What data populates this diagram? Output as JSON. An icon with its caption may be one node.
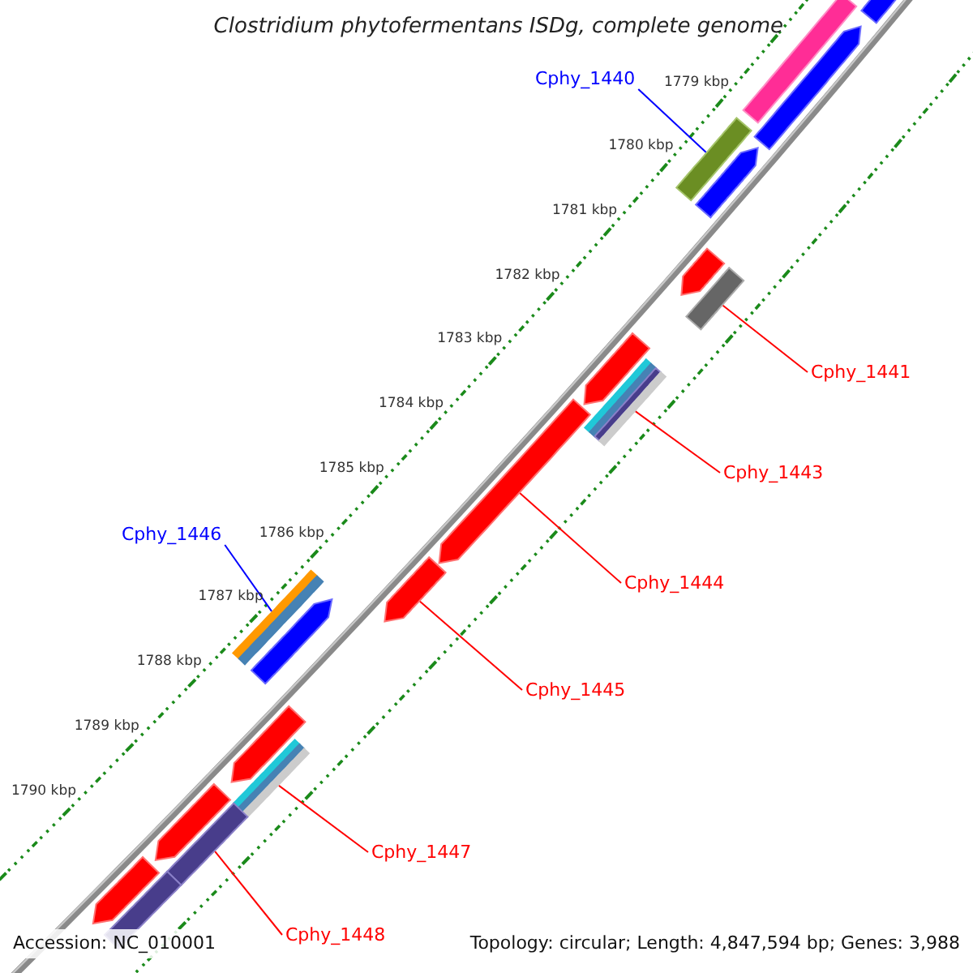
{
  "diagram": {
    "title": "Clostridium phytofermentans ISDg, complete genome",
    "nodes": [
      {
        "text": [
          "Cphy_1440"
        ]
      },
      {
        "text": [],
        "shape": "bar"
      },
      {
        "text": [
          "Cphy_1441"
        ]
      },
      {
        "text": [],
        "shape": "bar"
      },
      {
        "text": [
          "Cphy_1443"
        ]
      },
      {
        "text": [],
        "shape": "bar"
      },
      {
        "text": [
          "Cphy_1444"
        ]
      },
      {
        "text": [],
        "shape": "bar"
      },
      {
        "text": [
          "Cphy_1445"
        ]
      },
      {
        "text": [],
        "shape": "bar"
      },
      {
        "text": [
          "Cphy_1446"
        ]
      },
      {
        "text": [],
        "shape": "bar"
      },
      {
        "text": [
          "Cphy_1447"
        ]
      },
      {
        "text": [],
        "shape": "bar"
      },
      {
        "text": [
          "Cphy_1448"
        ]
      },
      {
        "text": [],
        "shape": "bar"
      },
      {
        "text": [],
        "shape": "bar"
      },
      {
        "text": [],
        "shape": "bar"
      },
      {
        "text": [],
        "shape": "bar"
      },
      {
        "text": [],
        "shape": "bar"
      },
      {
        "text": [],
        "shape": "bar"
      },
      {
        "text": [],
        "shape": "bar"
      },
      {
        "text": [],
        "shape": "bar"
      },
      {
        "text": [],
        "shape": "bar"
      },
      {
        "text": [],
        "shape": "bar"
      },
      {
        "text": [],
        "shape": "bar"
      },
      {
        "text": [],
        "shape": "bar"
      }
    ],
    "edges": [
      {
        "from": 0,
        "to": 1,
        "arrow": "none",
        "color": "#0000ff"
      },
      {
        "from": 2,
        "to": 3,
        "arrow": "none"
      },
      {
        "from": 4,
        "to": 5,
        "arrow": "none"
      },
      {
        "from": 6,
        "to": 7,
        "arrow": "none"
      },
      {
        "from": 8,
        "to": 9,
        "arrow": "none"
      },
      {
        "from": 10,
        "to": 11,
        "arrow": "none",
        "color": "#0000ff"
      },
      {
        "from": 12,
        "to": 13,
        "arrow": "none"
      },
      {
        "from": 14,
        "to": 15,
        "arrow": "none"
      }
    ],
    "labels": [
      "1779 kbp",
      "1780 kbp",
      "1781 kbp",
      "1782 kbp",
      "1783 kbp",
      "1784 kbp",
      "1785 kbp",
      "1786 kbp",
      "1787 kbp",
      "1788 kbp",
      "1789 kbp",
      "1790 kbp",
      "Accession: NC_010001",
      "Topology: circular; Length: 4,847,594 bp; Genes: 3,988"
    ]
  }
}
